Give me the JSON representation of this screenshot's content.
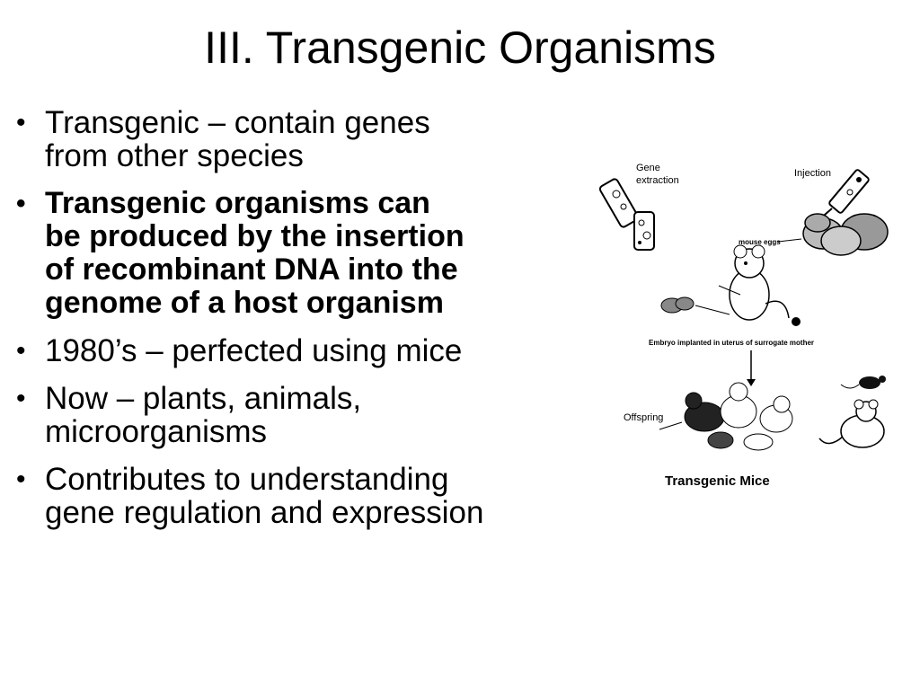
{
  "slide": {
    "title": "III.  Transgenic Organisms",
    "bullets": [
      {
        "line1": "Transgenic – contain genes",
        "line2": "from other species",
        "bold": false
      },
      {
        "line1": "Transgenic organisms can",
        "line2": "be produced by the insertion",
        "line3": "of recombinant DNA into the",
        "line4": "genome of a host organism",
        "bold": true
      },
      {
        "line1": "1980’s – perfected using mice",
        "bold": false
      },
      {
        "line1": "Now – plants, animals,",
        "line2": "microorganisms",
        "bold": false
      },
      {
        "line1": "Contributes to understanding",
        "line2": "gene regulation and expression",
        "bold": false
      }
    ]
  },
  "figure": {
    "gene_extraction": "Gene",
    "gene_extraction_2": "extraction",
    "injection": "Injection",
    "mouse_eggs": "mouse eggs",
    "embryo_label": "Embryo implanted in uterus of surrogate mother",
    "offspring": "Offspring",
    "caption": "Transgenic Mice"
  }
}
